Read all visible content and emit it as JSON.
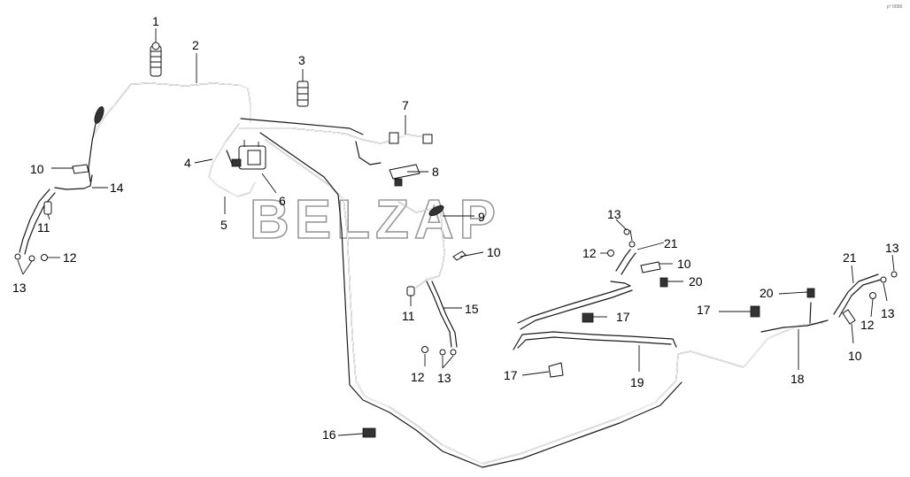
{
  "watermark": "BELZAP",
  "corner_mark": "p° 0000",
  "callouts": {
    "c1": "1",
    "c2": "2",
    "c3": "3",
    "c4": "4",
    "c5": "5",
    "c6": "6",
    "c7": "7",
    "c8": "8",
    "c9": "9",
    "c10a": "10",
    "c10b": "10",
    "c10c": "10",
    "c10d": "10",
    "c11a": "11",
    "c11b": "11",
    "c12a": "12",
    "c12b": "12",
    "c12c": "12",
    "c12d": "12",
    "c13a": "13",
    "c13b": "13",
    "c13c": "13",
    "c13d": "13",
    "c13e": "13",
    "c14": "14",
    "c15": "15",
    "c16": "16",
    "c17a": "17",
    "c17b": "17",
    "c17c": "17",
    "c18": "18",
    "c19": "19",
    "c20a": "20",
    "c20b": "20",
    "c21a": "21",
    "c21b": "21"
  }
}
